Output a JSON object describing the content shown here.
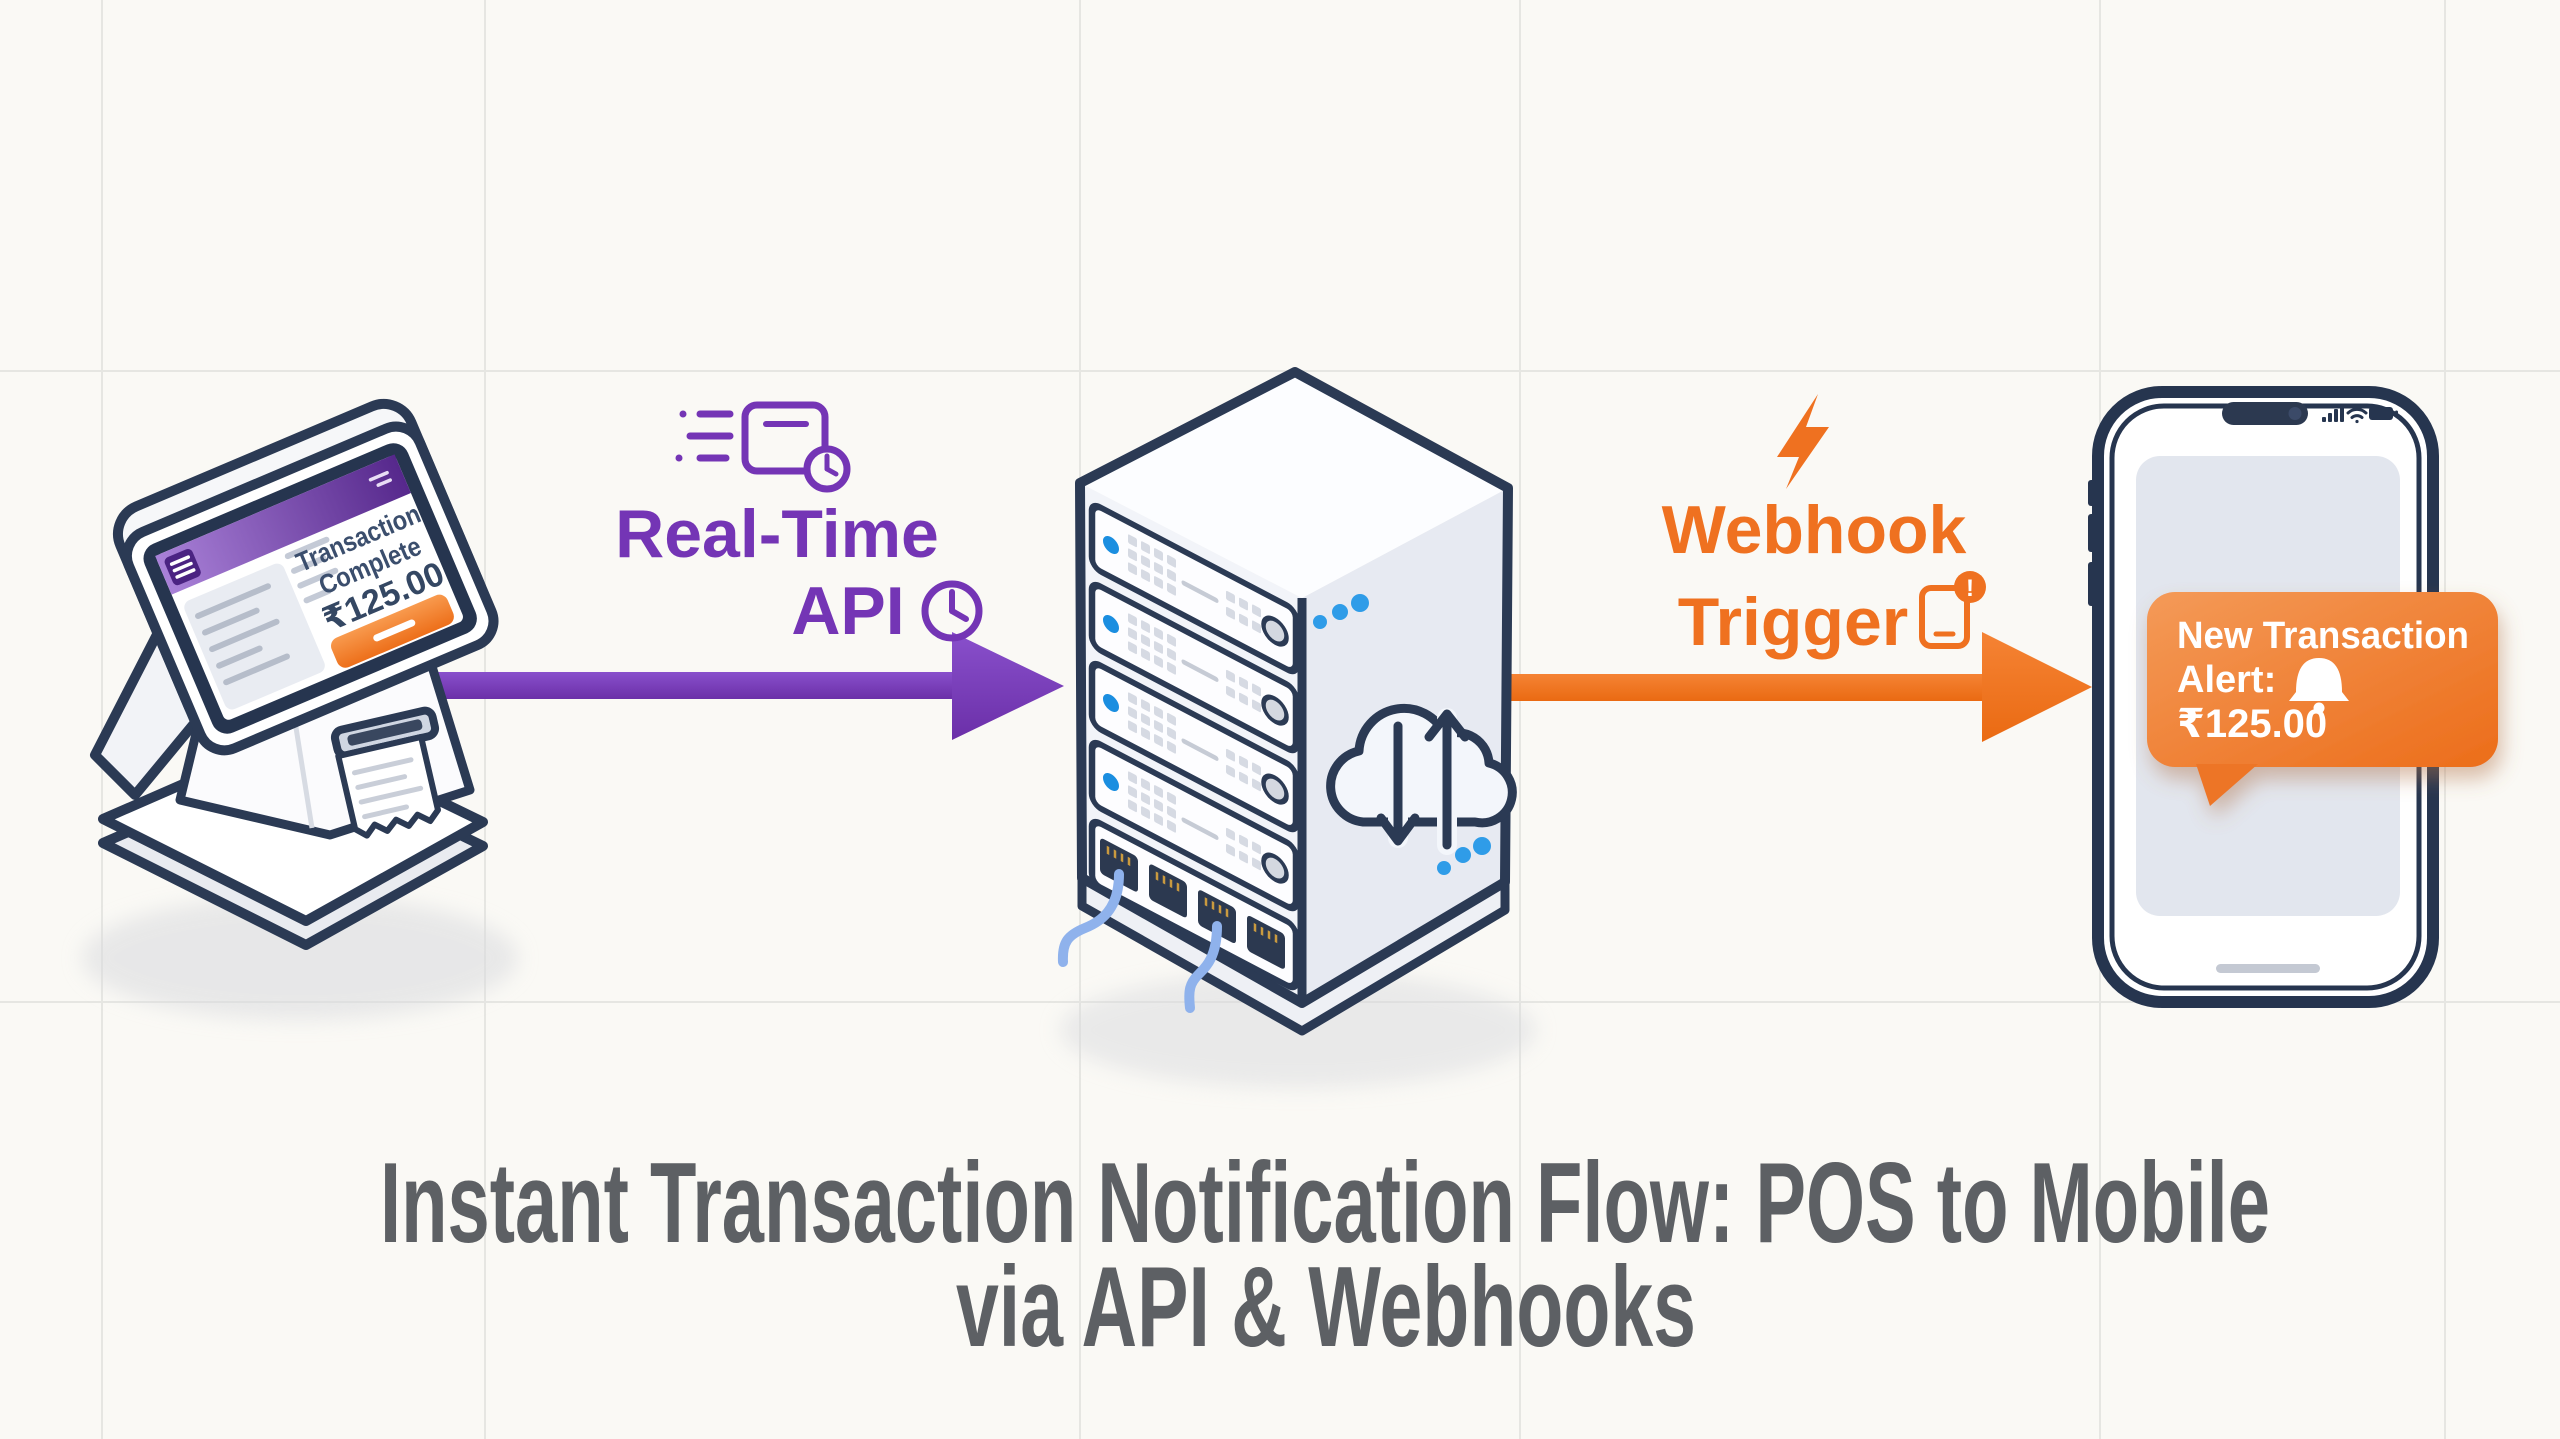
{
  "title": {
    "line1": "Instant Transaction Notification Flow: POS to Mobile",
    "line2": "via API & Webhooks"
  },
  "pos_terminal": {
    "screen": {
      "status_line1": "Transaction",
      "status_line2": "Complete",
      "amount": "₹125.00"
    },
    "icons": [
      "hamburger-menu-icon",
      "receipt-lines",
      "confirm-button"
    ]
  },
  "api_step": {
    "label_line1": "Real-Time",
    "label_line2": "API",
    "icons": [
      "speed-document-icon",
      "clock-icon"
    ]
  },
  "webhook_step": {
    "label_line1": "Webhook",
    "label_line2": "Trigger",
    "badge": "!",
    "icons": [
      "lightning-bolt-icon",
      "phone-alert-icon"
    ]
  },
  "server": {
    "icons": [
      "rack-led-lights",
      "cloud-sync-icon",
      "ethernet-ports",
      "network-cables"
    ]
  },
  "phone": {
    "status_icons": [
      "signal-icon",
      "wifi-icon",
      "battery-icon"
    ],
    "notification": {
      "line1": "New Transaction",
      "line2": "Alert:",
      "line3": "₹125.00",
      "icon": "bell-icon"
    }
  },
  "colors": {
    "background": "#faf9f5",
    "grid_line": "#e6e6e2",
    "purple": "#7435b5",
    "purple_arrow_light": "#8950cc",
    "purple_arrow_dark": "#6b2fa8",
    "orange": "#ef7120",
    "orange_arrow_light": "#f58334",
    "orange_arrow_dark": "#ea6a12",
    "navy_outline": "#2b3a54",
    "led_blue": "#1b8ee0",
    "cable_blue": "#8fb2ec",
    "title_gray": "#5d6064",
    "bubble_gradient_start": "#f49a58",
    "bubble_gradient_end": "#ec6d1a"
  }
}
